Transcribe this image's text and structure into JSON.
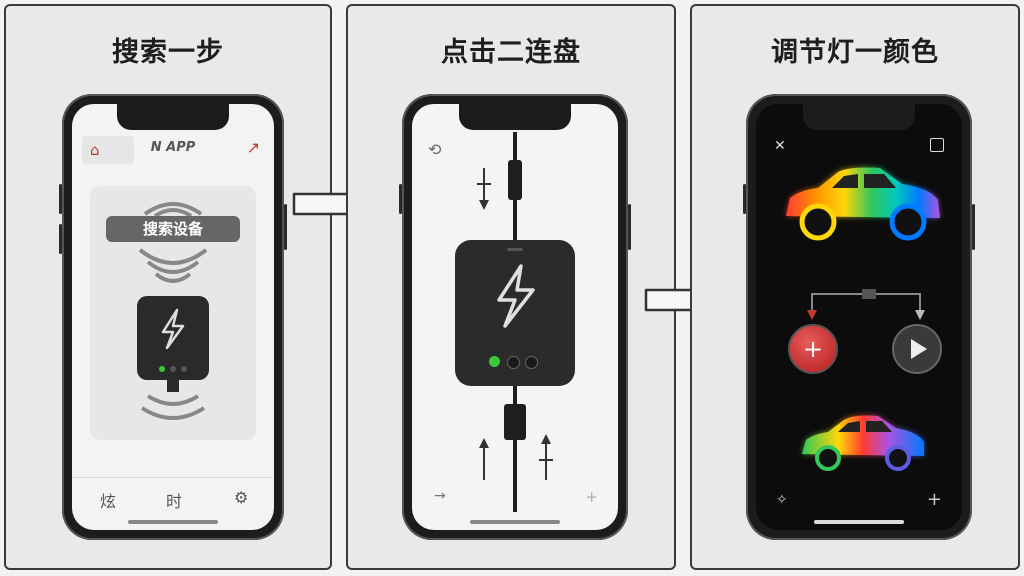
{
  "panels": [
    {
      "title": "搜索一步",
      "phone": {
        "header_app_name": "N APP",
        "search_label": "搜索设备",
        "tabs": [
          "炫",
          "时",
          "⚙"
        ]
      }
    },
    {
      "title": "点击二连盘"
    },
    {
      "title": "调节灯一颜色"
    }
  ],
  "colors": {
    "panel_bg": "#e9e9e9",
    "panel_border": "#3a3a3a",
    "led_green": "#39c939",
    "accent_red": "#c0392b",
    "phone_dark": "#1c1c1c"
  },
  "icons": {
    "lightning": "lightning-icon",
    "play": "play-icon",
    "plus": "plus-icon",
    "wifi": "wifi-icon",
    "lock": "lock-icon",
    "settings": "settings-icon"
  }
}
